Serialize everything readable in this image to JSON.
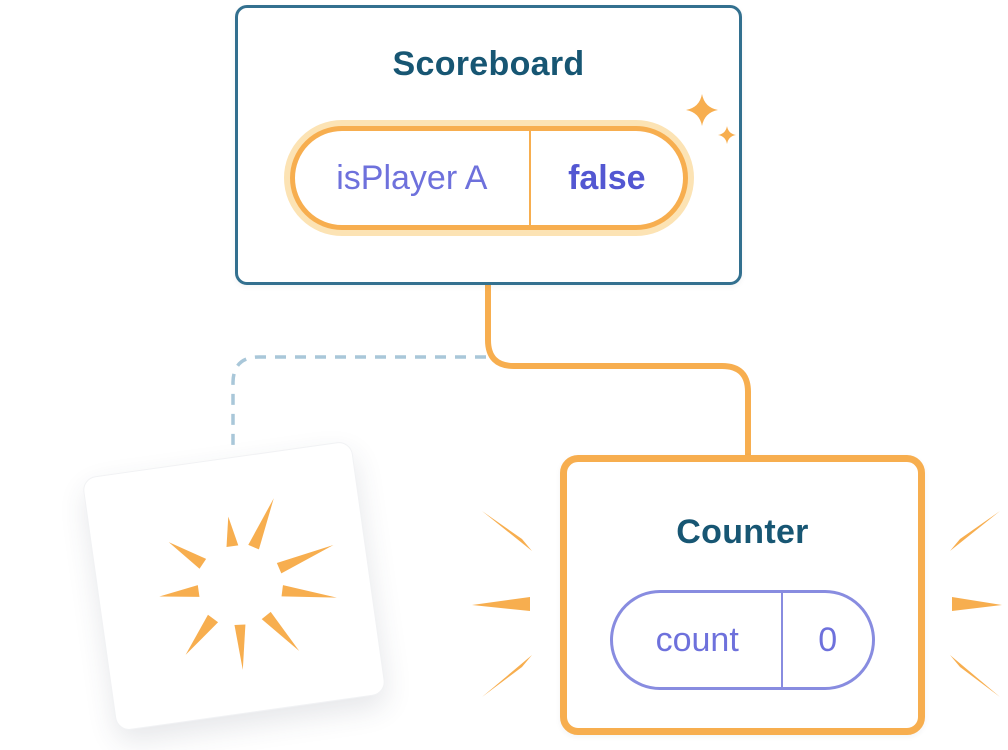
{
  "colors": {
    "page_bg": "#FFFFFF",
    "card_bg": "#FFFFFF",
    "title_blue": "#175673",
    "card_border_blue": "#33708F",
    "orange": "#F7AE4F",
    "orange_pale": "#FCE3B4",
    "purple": "#6E71DC",
    "purple_bold": "#5357D2",
    "pill_purple_border": "#888CE0",
    "dashed_blue": "#A9C7D9"
  },
  "scoreboard_card": {
    "title": "Scoreboard",
    "state_pill": {
      "key": "isPlayer A",
      "value": "false"
    }
  },
  "counter_card": {
    "title": "Counter",
    "state_pill": {
      "key": "count",
      "value": "0"
    }
  },
  "icons": {
    "sparkle": "4-point-star",
    "poof": "orange-burst-rays",
    "emphasis": "radiating-wedge-marks"
  }
}
